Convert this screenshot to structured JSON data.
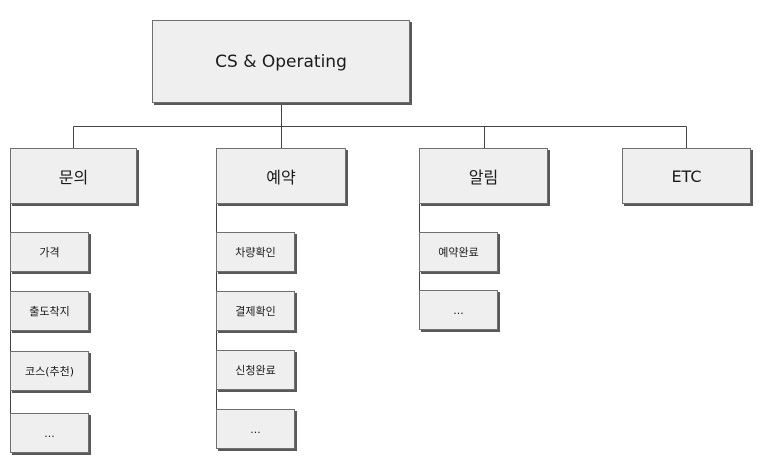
{
  "root": {
    "label": "CS & Operating"
  },
  "categories": [
    {
      "label": "문의",
      "items": [
        "가격",
        "출도착지",
        "코스(추천)",
        "..."
      ]
    },
    {
      "label": "예약",
      "items": [
        "차량확인",
        "결제확인",
        "신청완료",
        "..."
      ]
    },
    {
      "label": "알림",
      "items": [
        "예약완료",
        "..."
      ]
    },
    {
      "label": "ETC",
      "items": []
    }
  ],
  "colors": {
    "box_fill": "#efefef",
    "box_border": "#6f6f6f",
    "box_shadow": "#595959",
    "line": "#444444"
  }
}
